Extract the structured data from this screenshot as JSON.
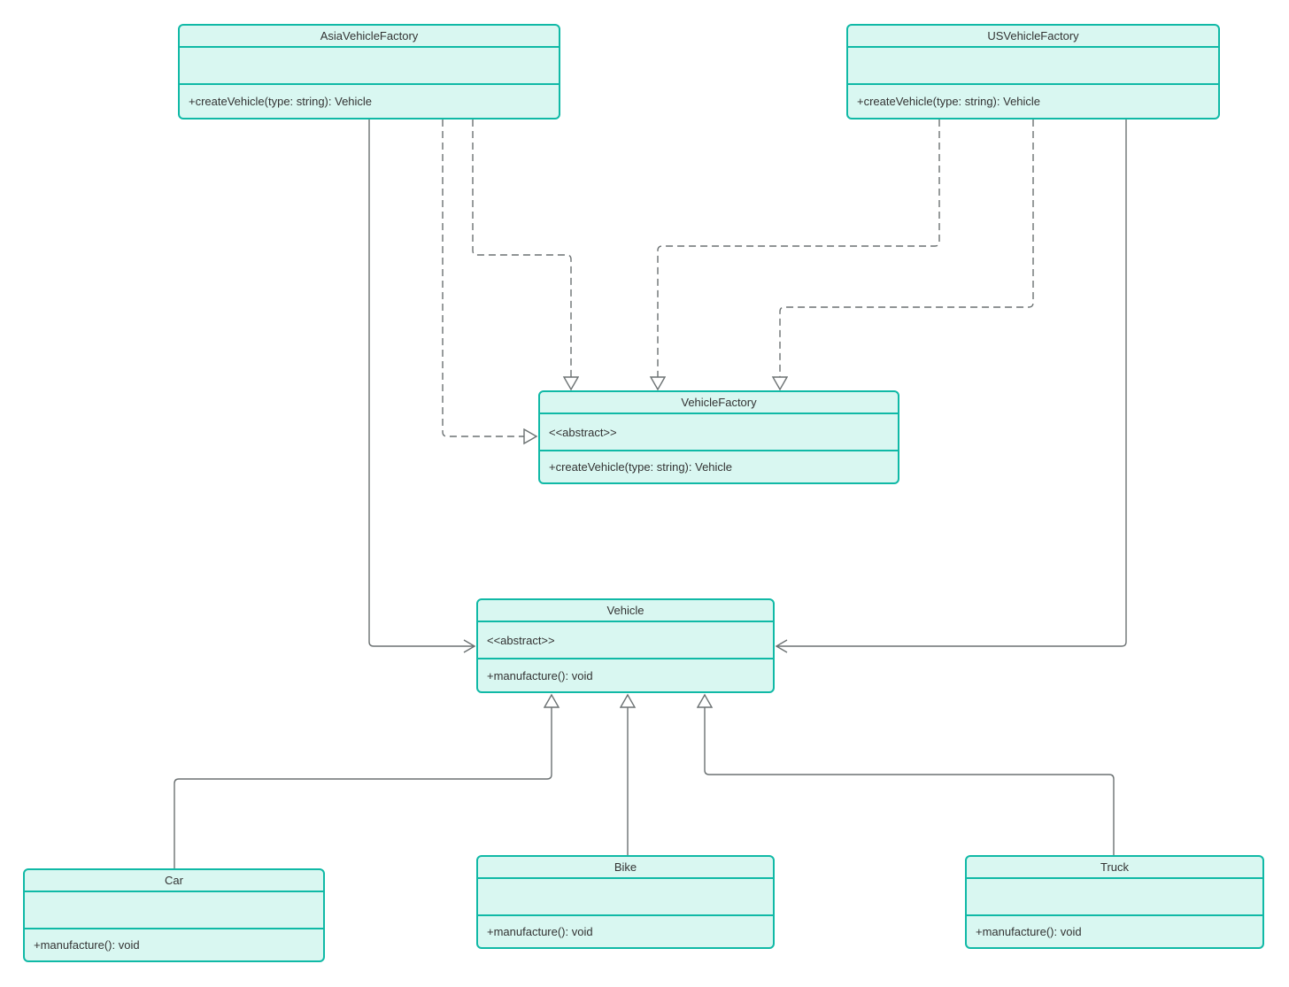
{
  "colors": {
    "node_fill": "#d9f7f1",
    "node_stroke": "#10b9a6",
    "edge": "#6b7172",
    "text": "#333333",
    "background": "#ffffff"
  },
  "classes": {
    "asia_vehicle_factory": {
      "name": "AsiaVehicleFactory",
      "stereotype": "",
      "method": "+createVehicle(type: string): Vehicle"
    },
    "us_vehicle_factory": {
      "name": "USVehicleFactory",
      "stereotype": "",
      "method": "+createVehicle(type: string): Vehicle"
    },
    "vehicle_factory": {
      "name": "VehicleFactory",
      "stereotype": "<<abstract>>",
      "method": "+createVehicle(type: string): Vehicle"
    },
    "vehicle": {
      "name": "Vehicle",
      "stereotype": "<<abstract>>",
      "method": "+manufacture(): void"
    },
    "car": {
      "name": "Car",
      "stereotype": "",
      "method": "+manufacture(): void"
    },
    "bike": {
      "name": "Bike",
      "stereotype": "",
      "method": "+manufacture(): void"
    },
    "truck": {
      "name": "Truck",
      "stereotype": "",
      "method": "+manufacture(): void"
    }
  },
  "relationships": [
    {
      "from": "AsiaVehicleFactory",
      "to": "VehicleFactory",
      "type": "realization",
      "line": "dashed",
      "arrow": "hollow-triangle",
      "enters": "left"
    },
    {
      "from": "AsiaVehicleFactory",
      "to": "VehicleFactory",
      "type": "realization",
      "line": "dashed",
      "arrow": "hollow-triangle",
      "enters": "top"
    },
    {
      "from": "USVehicleFactory",
      "to": "VehicleFactory",
      "type": "realization",
      "line": "dashed",
      "arrow": "hollow-triangle",
      "enters": "top"
    },
    {
      "from": "USVehicleFactory",
      "to": "VehicleFactory",
      "type": "realization",
      "line": "dashed",
      "arrow": "hollow-triangle",
      "enters": "top"
    },
    {
      "from": "AsiaVehicleFactory",
      "to": "Vehicle",
      "type": "directed-association",
      "line": "solid",
      "arrow": "open",
      "enters": "left"
    },
    {
      "from": "USVehicleFactory",
      "to": "Vehicle",
      "type": "directed-association",
      "line": "solid",
      "arrow": "open",
      "enters": "right"
    },
    {
      "from": "Car",
      "to": "Vehicle",
      "type": "generalization",
      "line": "solid",
      "arrow": "hollow-triangle",
      "enters": "bottom"
    },
    {
      "from": "Bike",
      "to": "Vehicle",
      "type": "generalization",
      "line": "solid",
      "arrow": "hollow-triangle",
      "enters": "bottom"
    },
    {
      "from": "Truck",
      "to": "Vehicle",
      "type": "generalization",
      "line": "solid",
      "arrow": "hollow-triangle",
      "enters": "bottom"
    }
  ]
}
